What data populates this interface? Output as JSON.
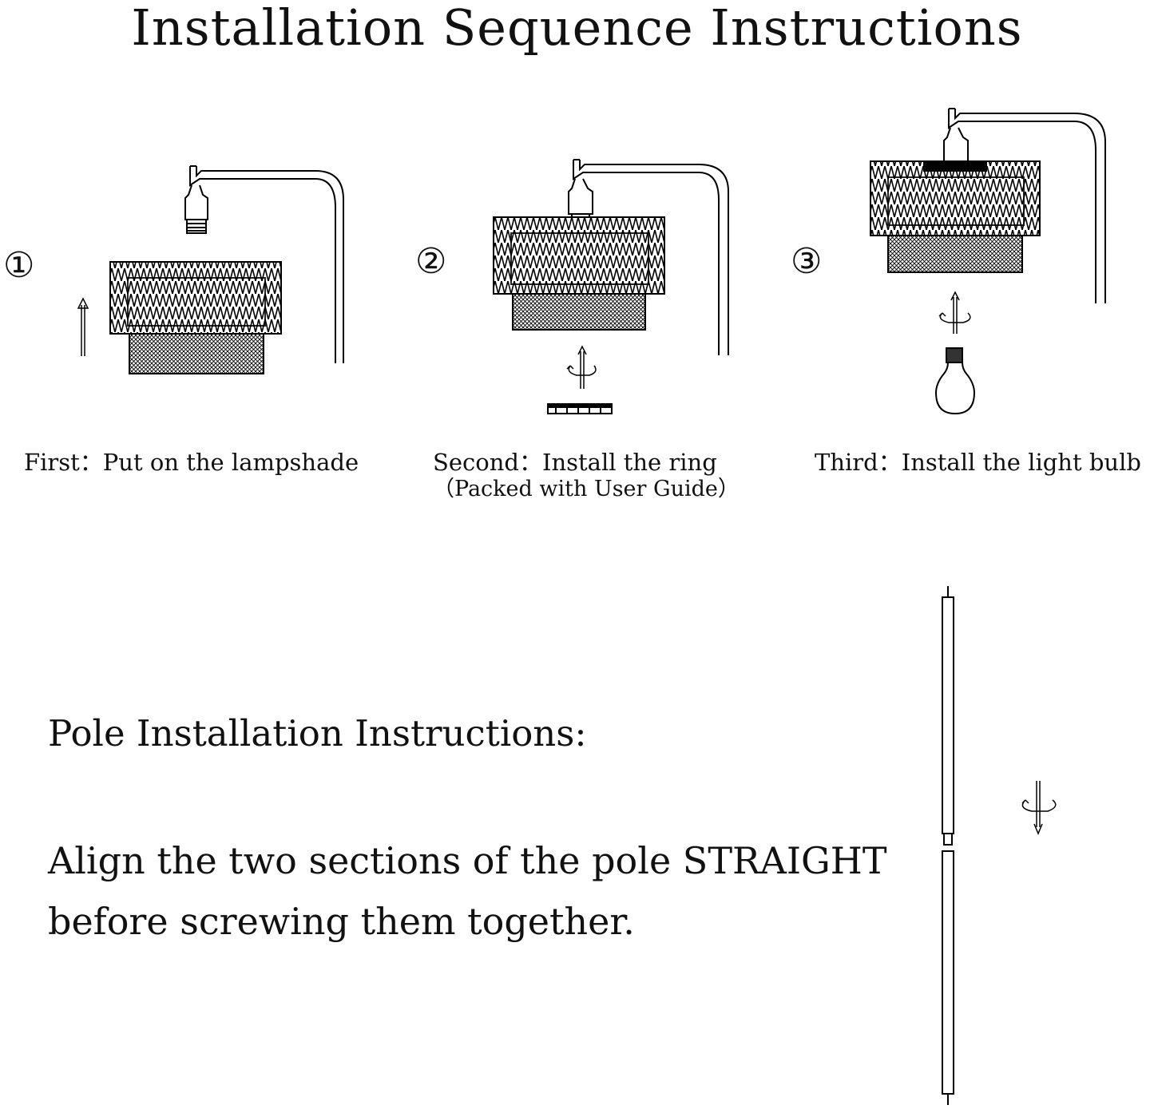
{
  "title": "Installation Sequence Instructions",
  "steps": [
    {
      "number": "①",
      "label": "First：",
      "text": "Put on the lampshade",
      "note": ""
    },
    {
      "number": "②",
      "label": "Second：",
      "text": "Install the ring",
      "note": "（Packed with User Guide）"
    },
    {
      "number": "③",
      "label": "Third：",
      "text": "Install the light bulb",
      "note": ""
    }
  ],
  "pole": {
    "heading": "Pole Installation Instructions:",
    "instruction_line1": "Align the two sections of the pole STRAIGHT",
    "instruction_line2": "before screwing them together."
  },
  "icons": [
    "arrow-up-icon",
    "rotate-arrow-icon",
    "ring-icon",
    "light-bulb-icon",
    "lamp-arm-icon",
    "lampshade-icon",
    "pole-icon"
  ]
}
